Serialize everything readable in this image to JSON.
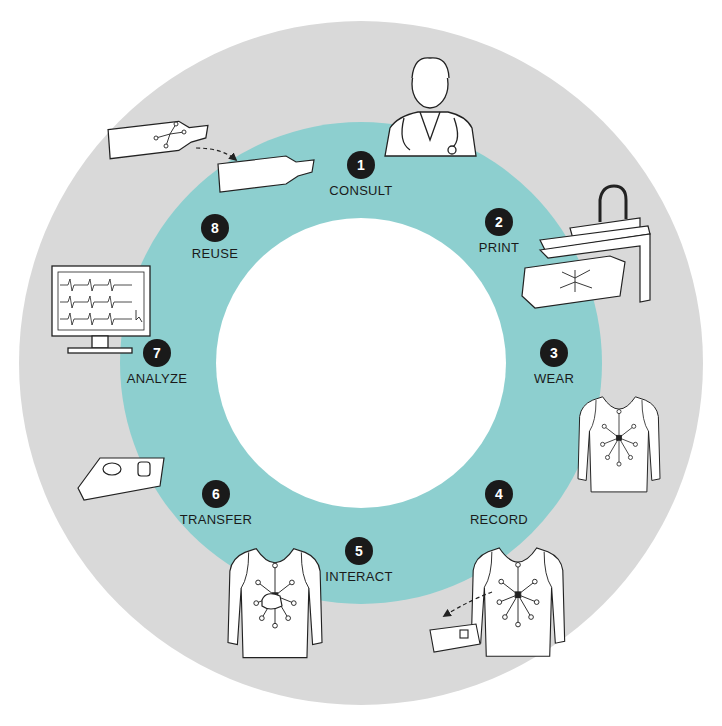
{
  "diagram": {
    "nodes": [
      {
        "text": [
          "1",
          "CONSULT"
        ]
      },
      {
        "text": [
          "2",
          "PRINT"
        ]
      },
      {
        "text": [
          "3",
          "WEAR"
        ]
      },
      {
        "text": [
          "4",
          "RECORD"
        ]
      },
      {
        "text": [
          "5",
          "INTERACT"
        ]
      },
      {
        "text": [
          "6",
          "TRANSFER"
        ]
      },
      {
        "text": [
          "7",
          "ANALYZE"
        ]
      },
      {
        "text": [
          "8",
          "REUSE"
        ]
      }
    ]
  }
}
